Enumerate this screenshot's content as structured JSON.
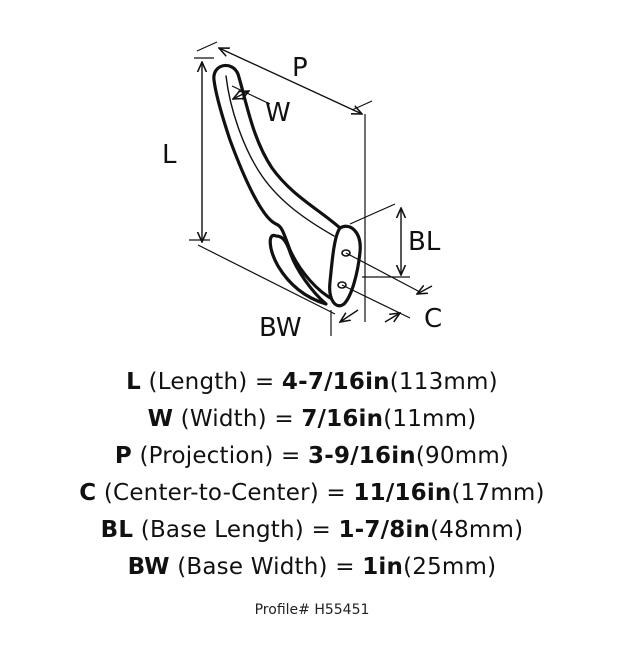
{
  "diagram": {
    "labels": {
      "P": "P",
      "W": "W",
      "L": "L",
      "BL": "BL",
      "C": "C",
      "BW": "BW"
    }
  },
  "specs": [
    {
      "key": "L",
      "desc": " (Length) = ",
      "imperial": "4-7/16in",
      "metric": "(113mm)"
    },
    {
      "key": "W",
      "desc": " (Width) = ",
      "imperial": "7/16in",
      "metric": "(11mm)"
    },
    {
      "key": "P",
      "desc": " (Projection) = ",
      "imperial": "3-9/16in",
      "metric": "(90mm)"
    },
    {
      "key": "C",
      "desc": " (Center-to-Center) = ",
      "imperial": "11/16in",
      "metric": "(17mm)"
    },
    {
      "key": "BL",
      "desc": " (Base Length) = ",
      "imperial": "1-7/8in",
      "metric": "(48mm)"
    },
    {
      "key": "BW",
      "desc": " (Base Width) = ",
      "imperial": "1in",
      "metric": "(25mm)"
    }
  ],
  "profile": "Profile# H55451"
}
